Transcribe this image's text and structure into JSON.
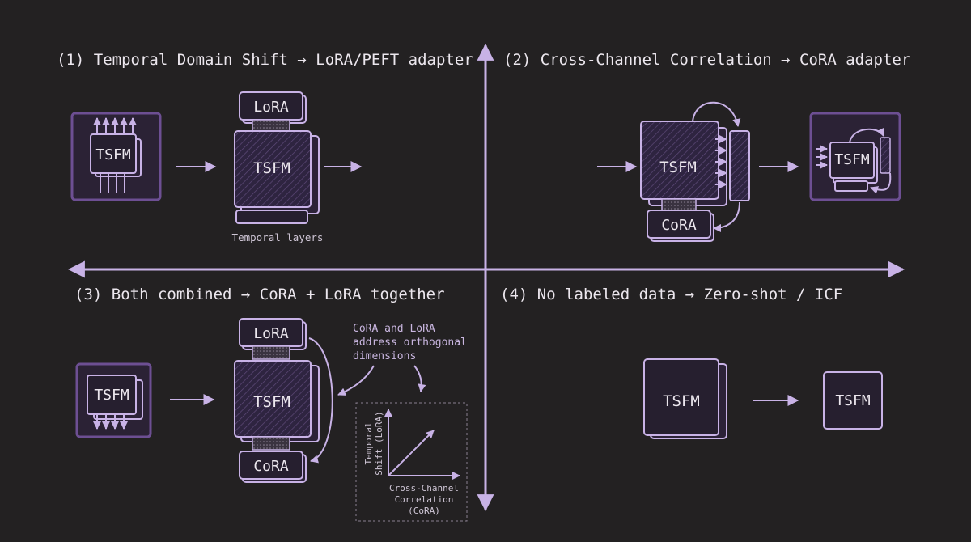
{
  "quadrants": {
    "q1": {
      "title": "(1) Temporal Domain Shift → LoRA/PEFT adapter",
      "input_label": "TSFM",
      "model_label": "TSFM",
      "adapter_label": "LoRA",
      "caption": "Temporal layers"
    },
    "q2": {
      "title": "(2) Cross-Channel Correlation → CoRA adapter",
      "model_label": "TSFM",
      "adapter_label": "CoRA",
      "output_label": "TSFM"
    },
    "q3": {
      "title": "(3) Both combined → CoRA + LoRA together",
      "input_label": "TSFM",
      "model_label": "TSFM",
      "top_adapter_label": "LoRA",
      "bottom_adapter_label": "CoRA",
      "note_lines": [
        "CoRA and LoRA",
        "address orthogonal",
        "dimensions"
      ],
      "inset": {
        "y_axis_lines": [
          "Temporal",
          "Shift (LoRA)"
        ],
        "x_axis_lines": [
          "Cross-Channel",
          "Correlation",
          "(CoRA)"
        ]
      }
    },
    "q4": {
      "title": "(4) No labeled data → Zero-shot / ICF",
      "model_label": "TSFM",
      "output_label": "TSFM"
    }
  },
  "colors": {
    "background": "#232122",
    "accent": "#c8b2e6",
    "frame": "#6d4f93",
    "text": "#ece7ee"
  }
}
